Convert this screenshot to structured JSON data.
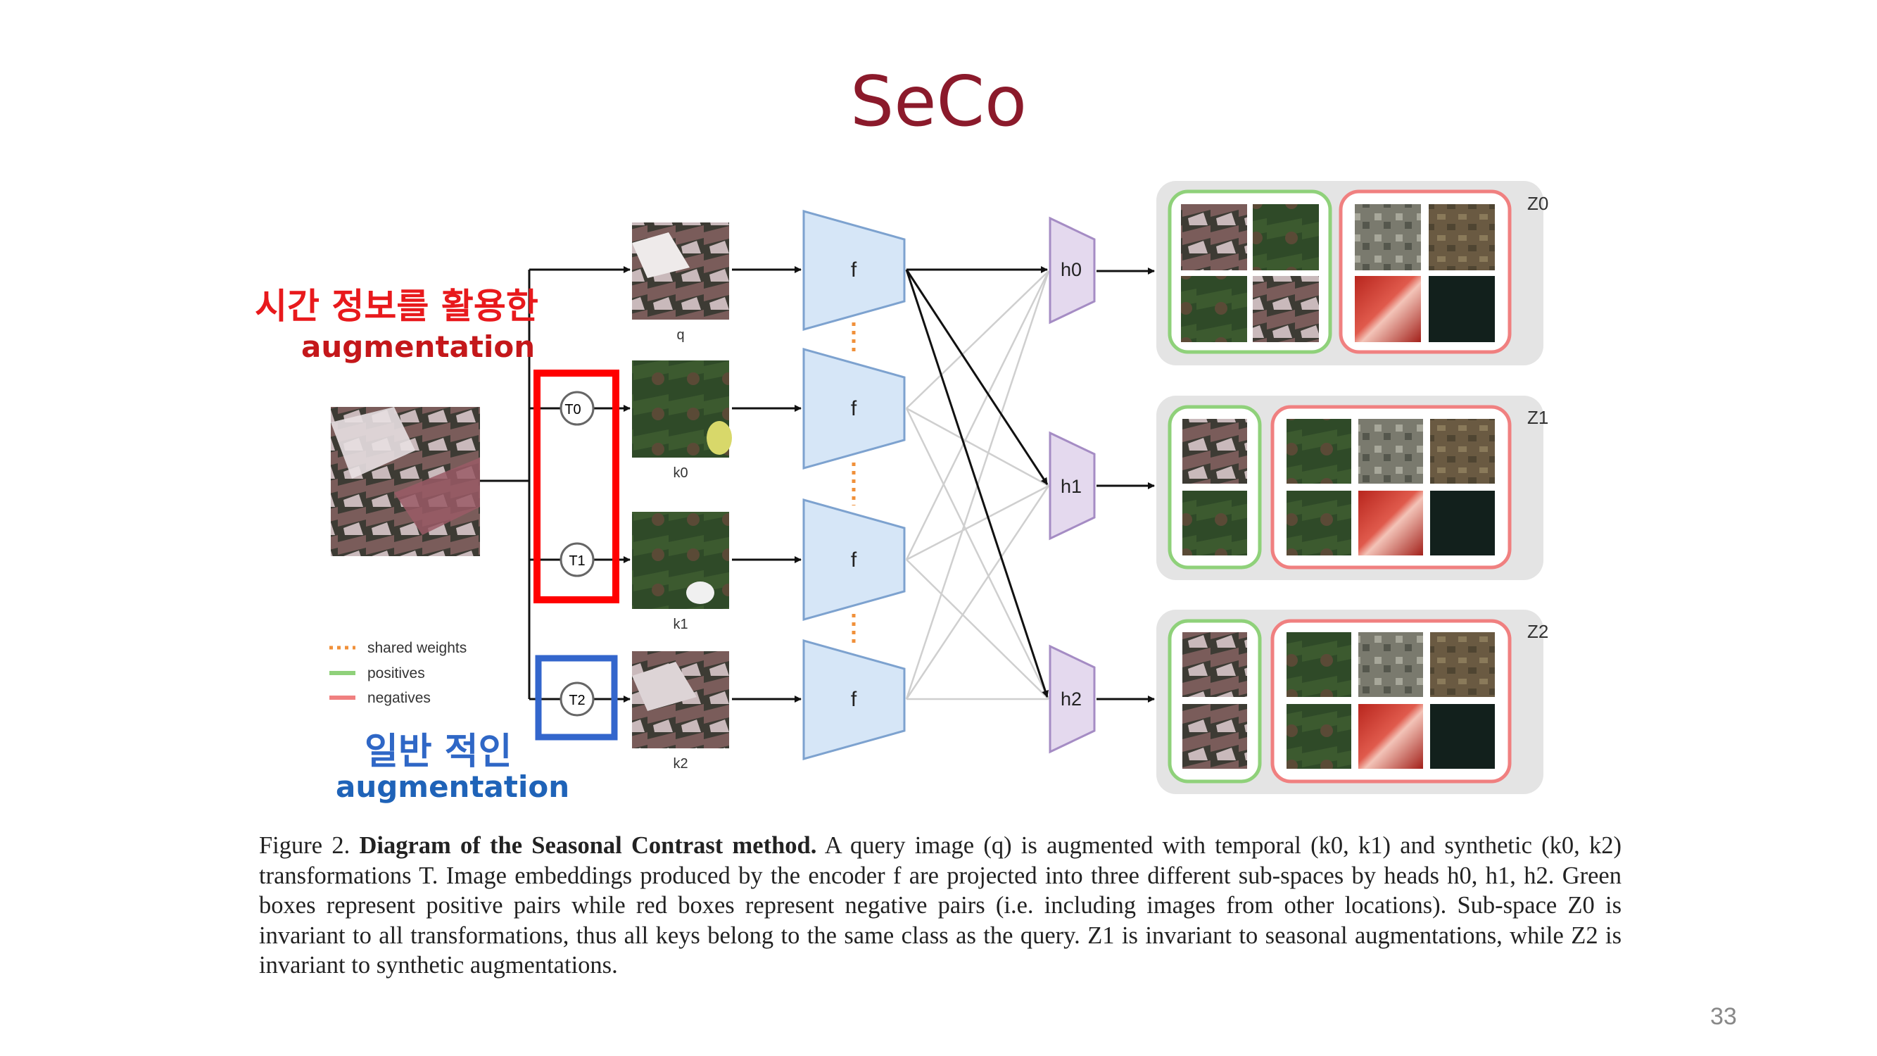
{
  "slide": {
    "title": "SeCo",
    "page_number": "33"
  },
  "annotations": {
    "temporal_korean": "시간 정보를 활용한",
    "temporal_english": "augmentation",
    "generic_korean": "일반 적인",
    "generic_english": "augmentation"
  },
  "diagram": {
    "transforms": [
      "T0",
      "T1",
      "T2"
    ],
    "image_labels": [
      "q",
      "k0",
      "k1",
      "k2"
    ],
    "encoder_label": "f",
    "heads": [
      "h0",
      "h1",
      "h2"
    ],
    "subspaces": [
      "Z0",
      "Z1",
      "Z2"
    ],
    "legend": {
      "shared_weights": "shared weights",
      "positives": "positives",
      "negatives": "negatives"
    },
    "colors": {
      "encoder_fill": "#d6e6f7",
      "encoder_stroke": "#7da2cf",
      "head_fill": "#e4d9ee",
      "head_stroke": "#a58cc4",
      "shared_weights": "#f0903a",
      "positives": "#8fd17a",
      "negatives": "#f08080",
      "temporal_box": "#ff0000",
      "generic_box": "#3366cc",
      "title": "#8b1a2b"
    }
  },
  "caption": {
    "figure_label": "Figure 2.",
    "bold_title": "Diagram of the Seasonal Contrast method.",
    "body": "A query image (q) is augmented with temporal (k0, k1) and synthetic (k0, k2) transformations T. Image embeddings produced by the encoder f are projected into three different sub-spaces by heads h0, h1, h2. Green boxes represent positive pairs while red boxes represent negative pairs (i.e. including images from other locations). Sub-space Z0 is invariant to all transformations, thus all keys belong to the same class as the query. Z1 is invariant to seasonal augmentations, while Z2 is invariant to synthetic augmentations."
  }
}
